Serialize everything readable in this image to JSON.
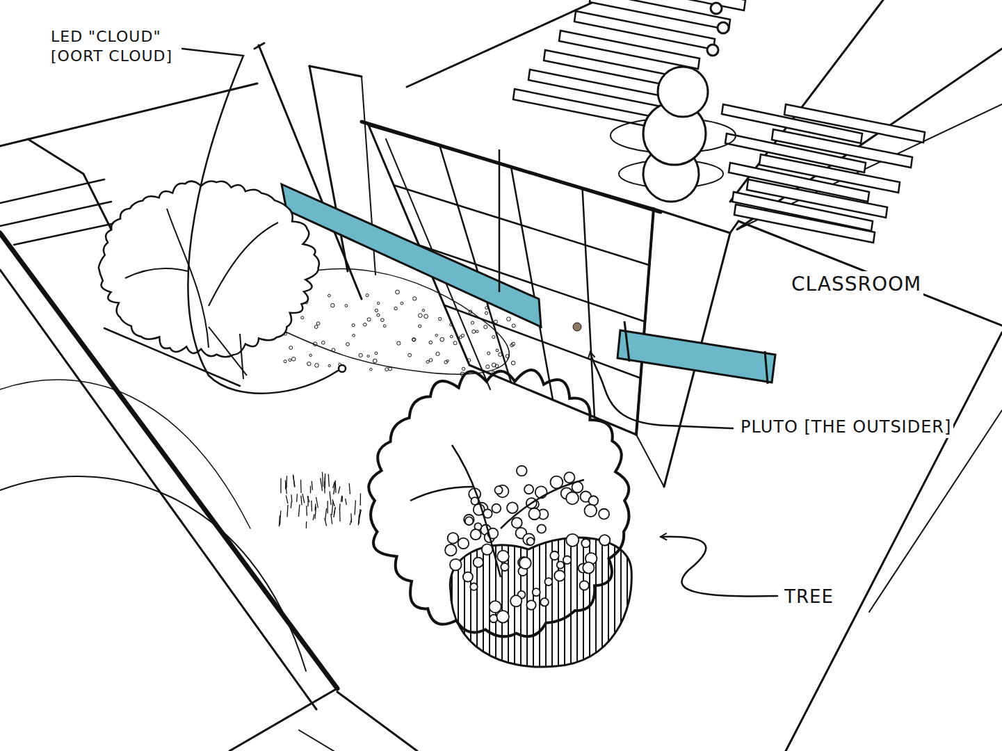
{
  "diagram": {
    "labels": [
      "LED \"CLOUD\" [OORT CLOUD]",
      "CLASSROOM",
      "PLUTO [THE OUTSIDER]",
      "TREE"
    ]
  }
}
